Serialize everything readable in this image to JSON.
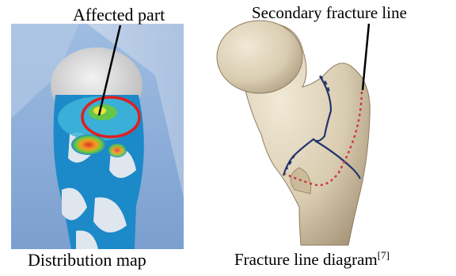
{
  "labels": {
    "affected_part": "Affected part",
    "secondary_fracture_line": "Secondary fracture line",
    "distribution_map": "Distribution map",
    "fracture_line_diagram": "Fracture line diagram",
    "fracture_line_diagram_ref": "[7]"
  },
  "colors": {
    "background_panel": "#8fb0d8",
    "bone_base": "#d9ccb0",
    "stress_blue": "#1c89c8",
    "stress_high": "#e0352a",
    "ring": "#e01f1f",
    "fracture_solid": "#24336e",
    "fracture_dotted": "#d0323a"
  }
}
